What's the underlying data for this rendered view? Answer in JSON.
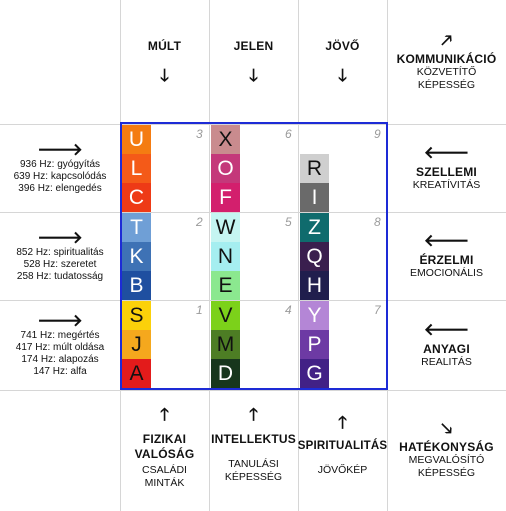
{
  "top": {
    "mult": "MÚLT",
    "jelen": "JELEN",
    "jovo": "JÖVŐ",
    "kommunikacio": "KOMMUNIKÁCIÓ",
    "kommunikacio_sub": [
      "KÖZVETÍTŐ",
      "KÉPESSÉG"
    ]
  },
  "right": {
    "szellemi": "SZELLEMI",
    "szellemi_sub": "KREATÍVITÁS",
    "erzelmi": "ÉRZELMI",
    "erzelmi_sub": "EMOCIONÁLIS",
    "anyagi": "ANYAGI",
    "anyagi_sub": "REALITÁS"
  },
  "left": {
    "row1": [
      "936 Hz: gyógyítás",
      "639 Hz: kapcsolódás",
      "396 Hz: elengedés"
    ],
    "row2": [
      "852 Hz: spiritualitás",
      "528 Hz: szeretet",
      "258 Hz: tudatosság"
    ],
    "row3": [
      "741 Hz: megértés",
      "417 Hz: múlt oldása",
      "174 Hz: alapozás",
      "147 Hz: alfa"
    ]
  },
  "bottom": {
    "fizikai": [
      "FIZIKAI",
      "VALÓSÁG"
    ],
    "fizikai_sub": [
      "CSALÁDI",
      "MINTÁK"
    ],
    "intellektus": "INTELLEKTUS",
    "intellektus_sub": [
      "TANULÁSI",
      "KÉPESSÉG"
    ],
    "spiritualitas": "SPIRITUALITÁS",
    "spiritualitas_sub": "JÖVŐKÉP",
    "hatekonysag": "HATÉKONYSÁG",
    "hatekonysag_sub": [
      "MEGVALÓSÍTÓ",
      "KÉPESSÉG"
    ]
  },
  "grid_numbers": [
    "3",
    "6",
    "9",
    "2",
    "5",
    "8",
    "1",
    "4",
    "7"
  ],
  "columns": [
    {
      "letters": [
        "U",
        "L",
        "C",
        "T",
        "K",
        "B",
        "S",
        "J",
        "A"
      ],
      "colors": [
        "#f47c12",
        "#f45a18",
        "#ee3a16",
        "#6f9fd6",
        "#3e72b5",
        "#1f4fa0",
        "#fbd10a",
        "#f5a81d",
        "#e31b1b"
      ]
    },
    {
      "letters": [
        "X",
        "O",
        "F",
        "W",
        "N",
        "E",
        "V",
        "M",
        "D"
      ],
      "colors": [
        "#c98b8e",
        "#c4387a",
        "#d31f6d",
        "#c5f5f2",
        "#a5eef0",
        "#8be88f",
        "#7cd11a",
        "#4d7d24",
        "#17361c"
      ]
    },
    {
      "letters": [
        "R",
        "I",
        "Z",
        "Q",
        "H",
        "Y",
        "P",
        "G"
      ],
      "colors": [
        "#cfcfcf",
        "#6a6a6a",
        "#0f6b6d",
        "#3a1f4e",
        "#201e4d",
        "#b486d6",
        "#6d3aa4",
        "#422186"
      ]
    }
  ],
  "colors": {
    "frame": "#1d2bd6",
    "grid": "#d6d6d6",
    "number": "#9a9a9a"
  }
}
